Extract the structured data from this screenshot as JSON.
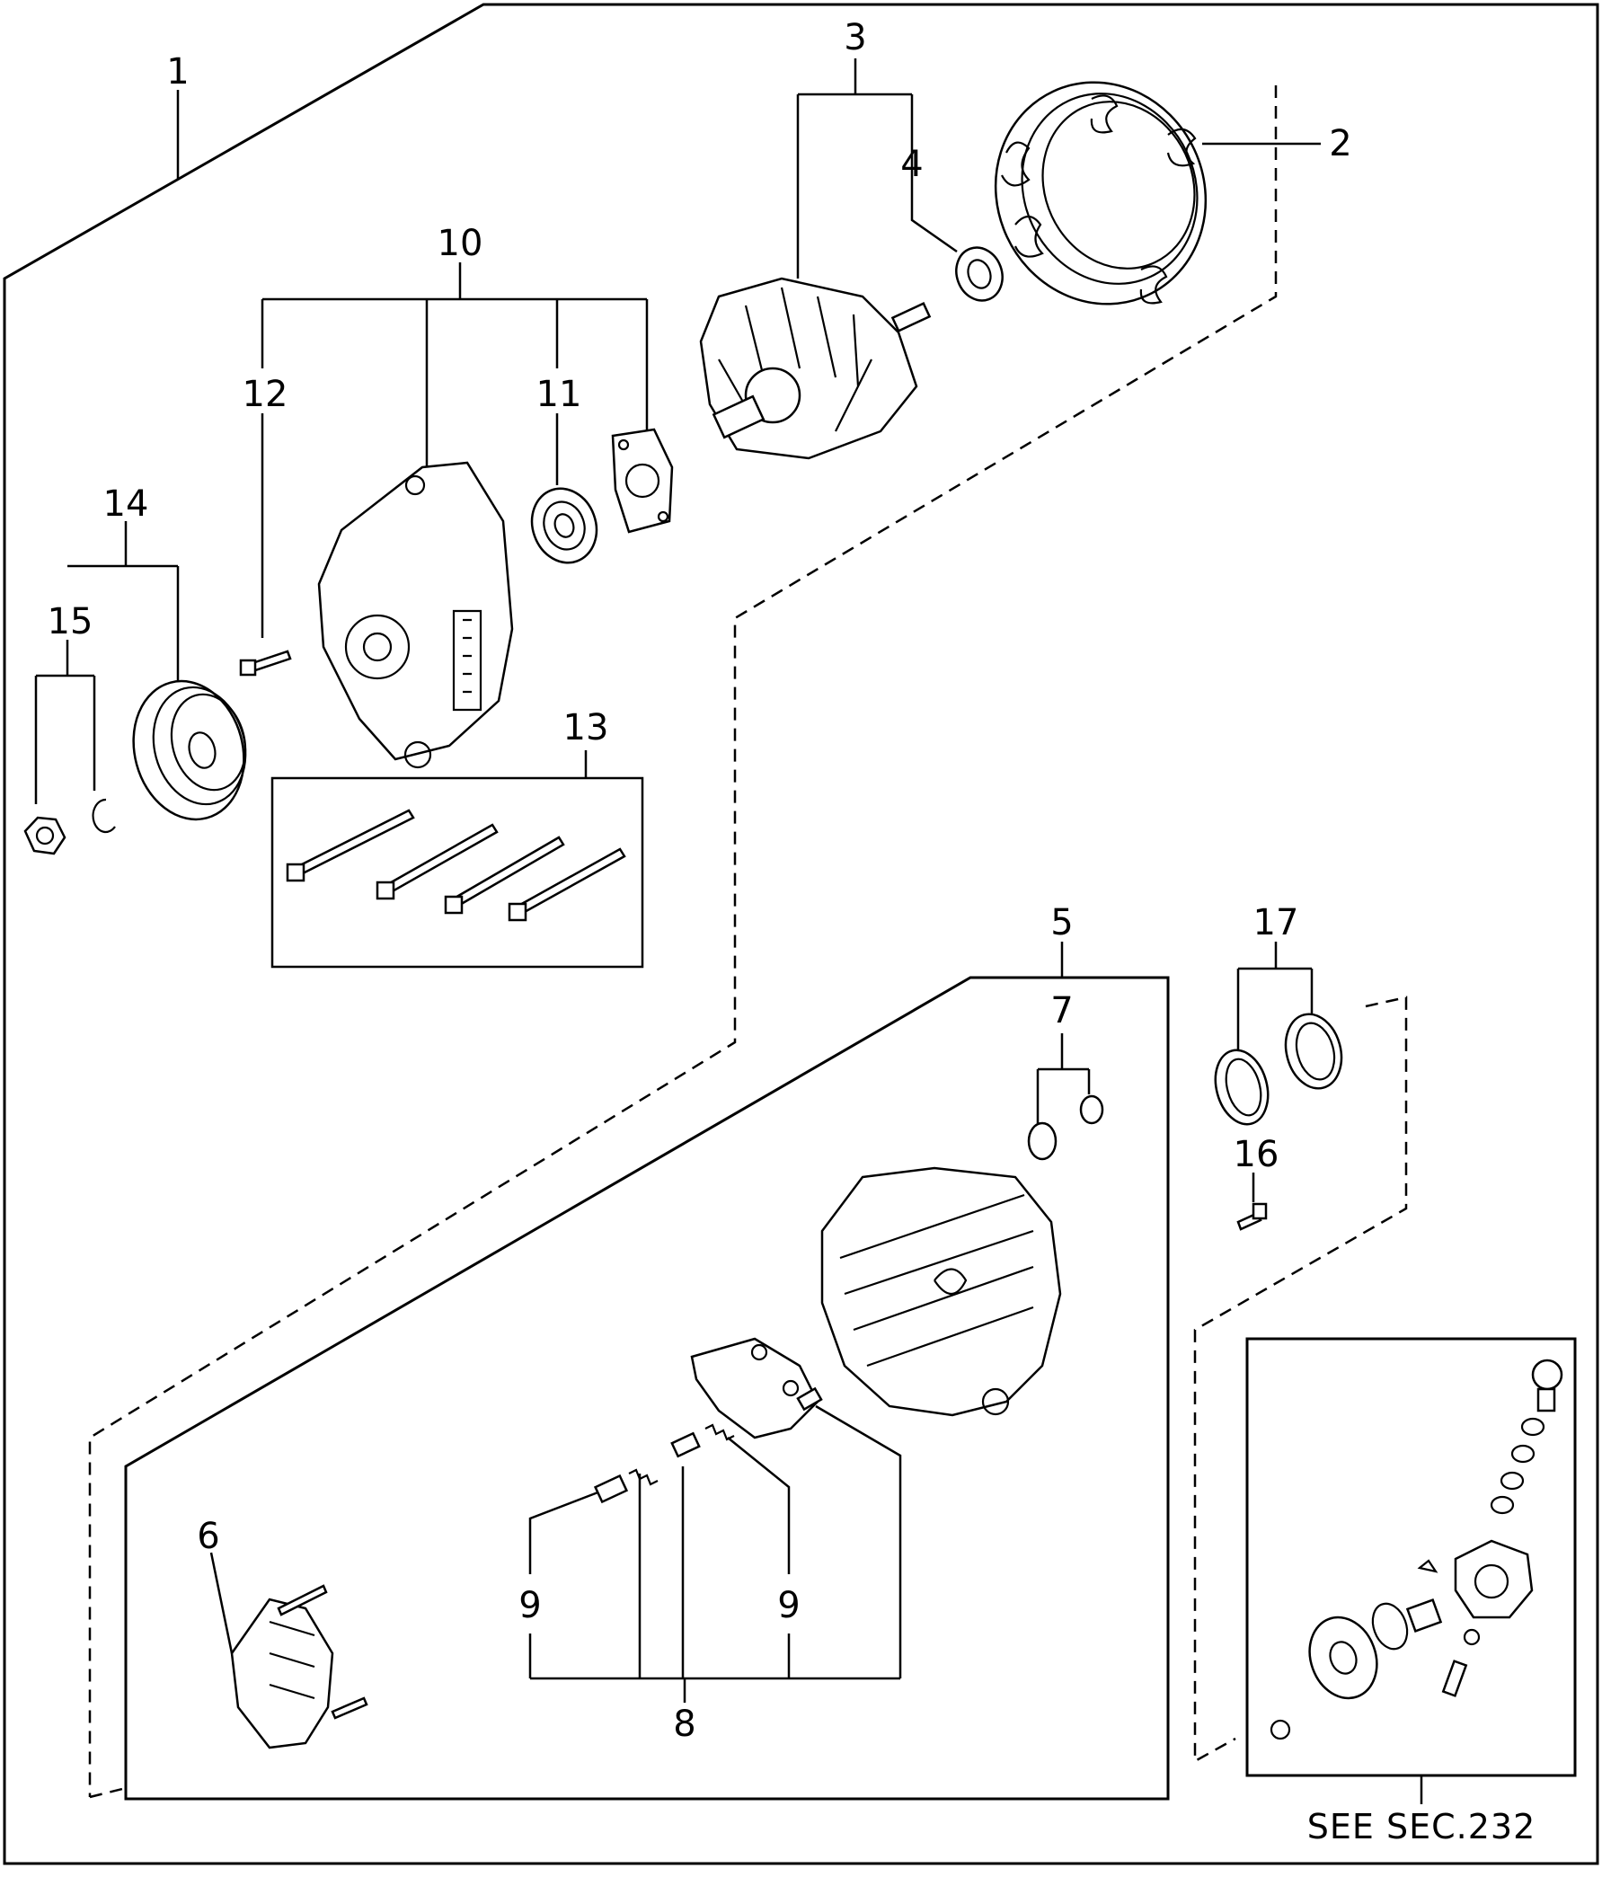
{
  "callouts": {
    "c1": "1",
    "c2": "2",
    "c3": "3",
    "c4": "4",
    "c5": "5",
    "c6": "6",
    "c7": "7",
    "c8": "8",
    "c9a": "9",
    "c9b": "9",
    "c10": "10",
    "c11": "11",
    "c12": "12",
    "c13": "13",
    "c14": "14",
    "c15": "15",
    "c16": "16",
    "c17": "17"
  },
  "reference": "SEE SEC.232"
}
